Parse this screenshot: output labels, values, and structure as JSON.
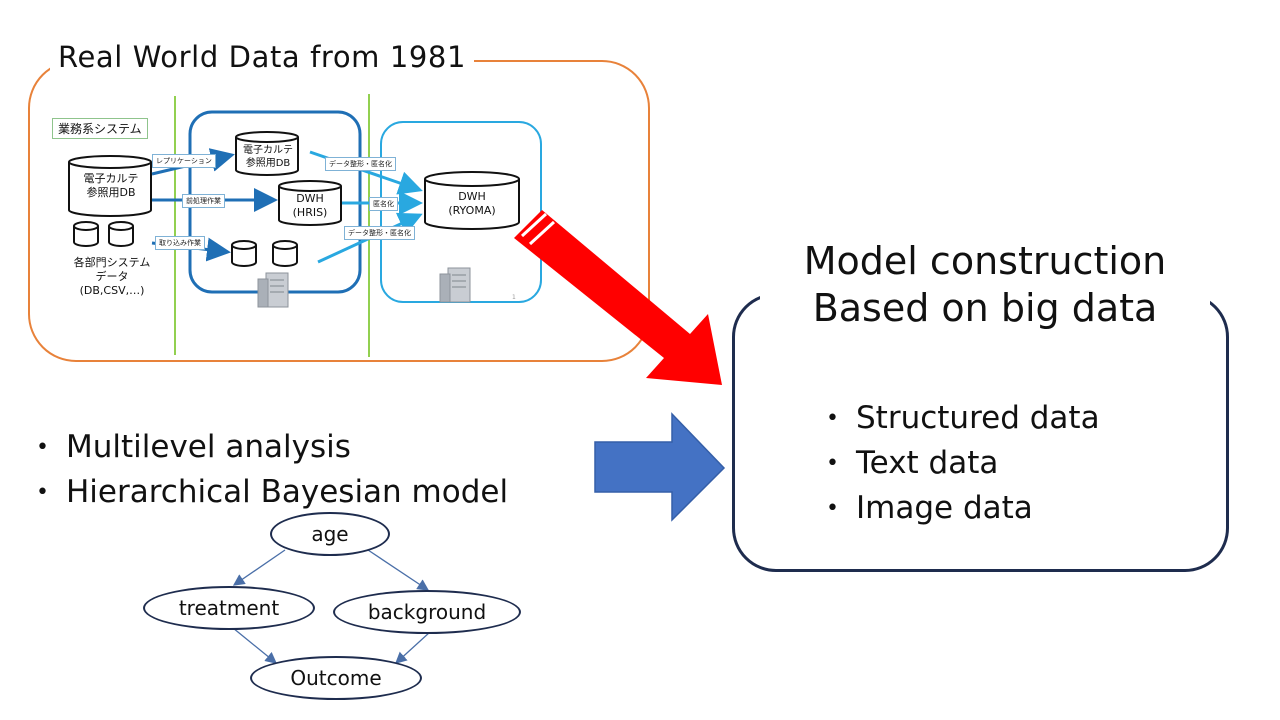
{
  "real_world_data": {
    "title": "Real World Data from 1981",
    "system_label": "業務系システム",
    "emr_db": [
      "電子カルテ",
      "参照用DB"
    ],
    "emr_ref_db": [
      "電子カルテ",
      "参照用DB"
    ],
    "dept_system": [
      "各部門システム",
      "データ",
      "(DB,CSV,…)"
    ],
    "dwh_hris": [
      "DWH",
      "(HRIS)"
    ],
    "dwh_ryoma": [
      "DWH",
      "(RYOMA)"
    ],
    "flow_labels": {
      "replication": "レプリケーション",
      "preprocess": "前処理作業",
      "import": "取り込み作業",
      "shaping_anon_1": "データ整形・匿名化",
      "anon": "匿名化",
      "shaping_anon_2": "データ整形・匿名化"
    },
    "page_marker": "1"
  },
  "model": {
    "title_line1": "Model construction",
    "title_line2": "Based on big data",
    "items": [
      "Structured data",
      "Text data",
      "Image data"
    ]
  },
  "analysis": {
    "items": [
      "Multilevel analysis",
      "Hierarchical Bayesian model"
    ]
  },
  "bayes_graph": {
    "nodes": {
      "age": "age",
      "treatment": "treatment",
      "background": "background",
      "outcome": "Outcome"
    }
  },
  "colors": {
    "panel_border": "#e8823a",
    "model_border": "#1e2c4e",
    "red_arrow": "#ff0000",
    "blue_arrow": "#4472c4",
    "green_divider": "#92d050",
    "system_blue": "#1f6fb5",
    "light_blue": "#29a8e0"
  },
  "icons": {
    "bullet": "•",
    "server": "server-icon",
    "database": "database-icon"
  }
}
